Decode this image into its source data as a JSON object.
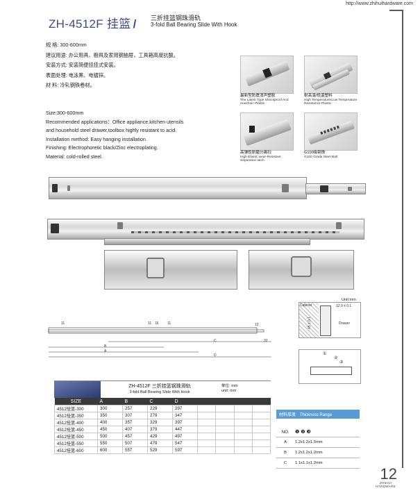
{
  "header": {
    "url": "http://www.zhihuihardware.com"
  },
  "title": {
    "model": "ZH-4512F 挂篮",
    "slash": "/",
    "cn": "三折挂篮钢珠滑轨",
    "en": "3-fold  Ball Bearing Slide With Hook"
  },
  "specs_cn": [
    "规       格: 300-600mm",
    "建议用途: 办公用具、橱具及家用钢抽屉，工具箱高度抗酸。",
    "安装方式: 安装简便挂挂式安装。",
    "表面处理: 电泳黑、电镀锌。",
    "材       料: 冷轧钢铁卷材。"
  ],
  "specs_en": [
    "Size:300-600mm",
    "Recommended applications：Office appliance,kitchen utensils",
    "and household steel drawer,toolbox highly resistant to acid.",
    "Installation method: Easy hanging installation.",
    "Finishing: Electrophoretic black/Zinc electroplating.",
    "Material: cold-rolled steel."
  ],
  "features": [
    {
      "cn": "最新型防震消声塑胶",
      "en": "The Latest Type Shockproof And Anechoic Plastic"
    },
    {
      "cn": "耐高温/低温塑料",
      "en": "High Temperature/Low Temperature Resistance Plastic"
    },
    {
      "cn": "高弹性耐磨分离扫",
      "en": "High Elastic wear-Resistant Separation latch"
    },
    {
      "cn": "G100级钢珠",
      "en": "G100 Grade Steel Ball"
    }
  ],
  "detail": {
    "unit": "Unit:mm",
    "cabinet": "Cabinet",
    "drawer": "Drawer",
    "width": "12.9 ± 0.1",
    "height": "45 ± 0.1",
    "circles": [
      "①",
      "②",
      "③"
    ]
  },
  "drawing": {
    "dims": [
      "11",
      "11",
      "16",
      "11",
      "12",
      "B",
      "A",
      "C",
      "32",
      "D"
    ]
  },
  "table": {
    "title_cn": "ZH-4512F 三折挂篮钢珠滑轨",
    "title_en": "3-fold  Ball Bearing Slide With Hook",
    "unit_cn": "单位: mm",
    "unit_en": "unit: mm",
    "columns": [
      "SIZE",
      "A",
      "B",
      "C",
      "D"
    ],
    "rows": [
      [
        "4512挂篮-300",
        "300",
        "257",
        "229",
        "297"
      ],
      [
        "4512挂篮-350",
        "350",
        "307",
        "279",
        "347"
      ],
      [
        "4512挂篮-400",
        "400",
        "357",
        "329",
        "397"
      ],
      [
        "4512挂篮-450",
        "450",
        "407",
        "379",
        "447"
      ],
      [
        "4512挂篮-500",
        "500",
        "457",
        "429",
        "497"
      ],
      [
        "4512挂篮-550",
        "550",
        "507",
        "479",
        "547"
      ],
      [
        "4512挂篮-600",
        "600",
        "557",
        "529",
        "597"
      ]
    ]
  },
  "thickness": {
    "title_cn": "材料厚度",
    "title_en": "Thickness Range",
    "no_label": "NO.",
    "no_icons": "❶ ❷ ❸",
    "rows": [
      [
        "A",
        "1.2x1.2x1.5mm"
      ],
      [
        "B",
        "1.2x1.2x1.2mm"
      ],
      [
        "C",
        "1.1x1.1x1.2mm"
      ]
    ]
  },
  "footer": {
    "page": "12",
    "brand_1": "ZHIHUI",
    "brand_2": "HARDWARE"
  }
}
